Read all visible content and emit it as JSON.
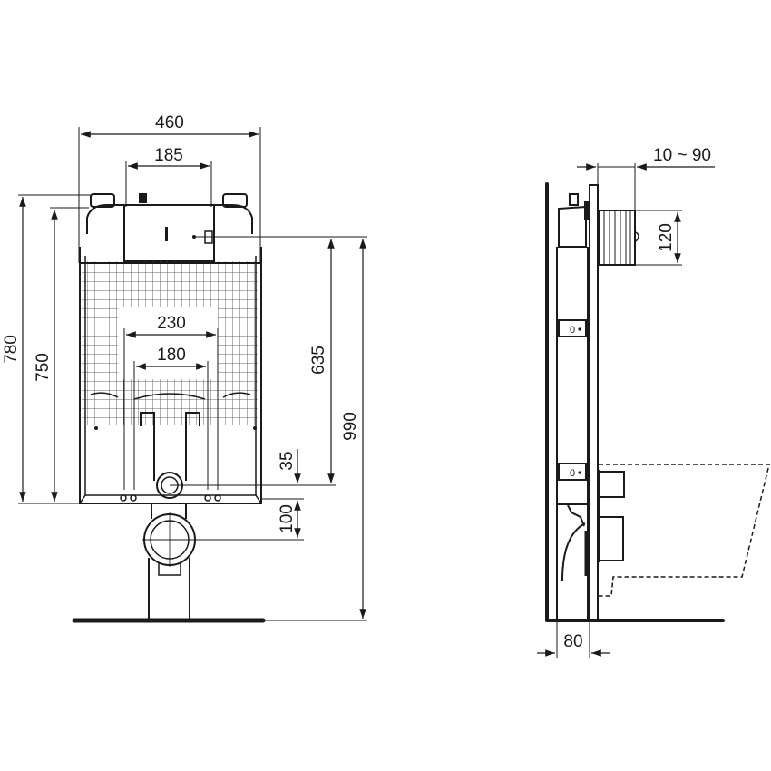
{
  "drawing": {
    "type": "technical drawing",
    "subject": "concealed WC installation frame with cistern",
    "views": [
      "front-view",
      "side-view"
    ]
  },
  "front_view": {
    "dimensions": {
      "overall_width": "460",
      "cistern_width": "185",
      "opening_outer": "230",
      "opening_inner": "180",
      "height_total_top": "780",
      "height_frame": "750",
      "height_actuator": "635",
      "height_to_floor": "990",
      "offset_small": "35",
      "offset_drain": "100"
    }
  },
  "side_view": {
    "dimensions": {
      "wall_depth_range": "10 ~ 90",
      "actuator_height": "120",
      "frame_depth": "80"
    },
    "labels": {
      "bracket_upper": "0",
      "bracket_lower": "0"
    }
  },
  "colors": {
    "line": "#1a1a1a",
    "background": "#ffffff",
    "mesh": "#555555"
  }
}
